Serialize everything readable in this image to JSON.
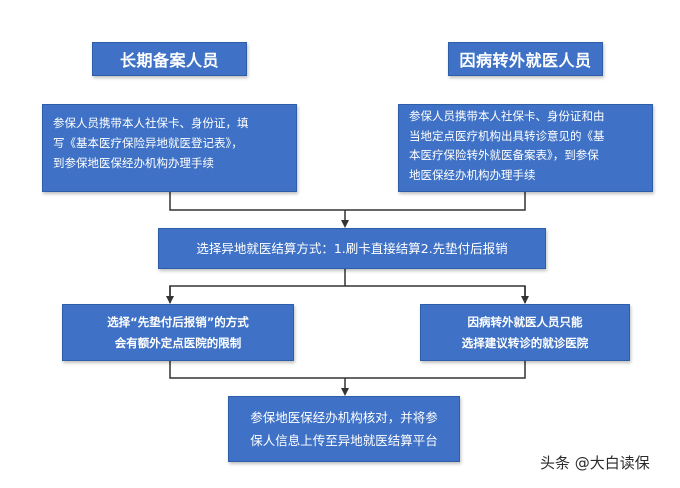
{
  "headers": {
    "left": "长期备案人员",
    "right": "因病转外就医人员"
  },
  "step1": {
    "left": [
      "参保人员携带本人社保卡、身份证，填",
      "写《基本医疗保险异地就医登记表》，",
      "到参保地医保经办机构办理手续"
    ],
    "right": [
      "参保人员携带本人社保卡、身份证和由",
      "当地定点医疗机构出具转诊意见的《基",
      "本医疗保险转外就医备案表》，到参保",
      "地医保经办机构办理手续"
    ]
  },
  "step2": {
    "center": "选择异地就医结算方式：1.刷卡直接结算2.先垫付后报销"
  },
  "step3": {
    "left": [
      "选择“先垫付后报销”的方式",
      "会有额外定点医院的限制"
    ],
    "right": [
      "因病转外就医人员只能",
      "选择建议转诊的就诊医院"
    ]
  },
  "step4": {
    "center": [
      "参保地医保经办机构核对，并将参",
      "保人信息上传至异地就医结算平台"
    ]
  },
  "watermark": "头条 @大白读保",
  "colors": {
    "box_fill": "#3f72c6",
    "line": "#333333"
  }
}
